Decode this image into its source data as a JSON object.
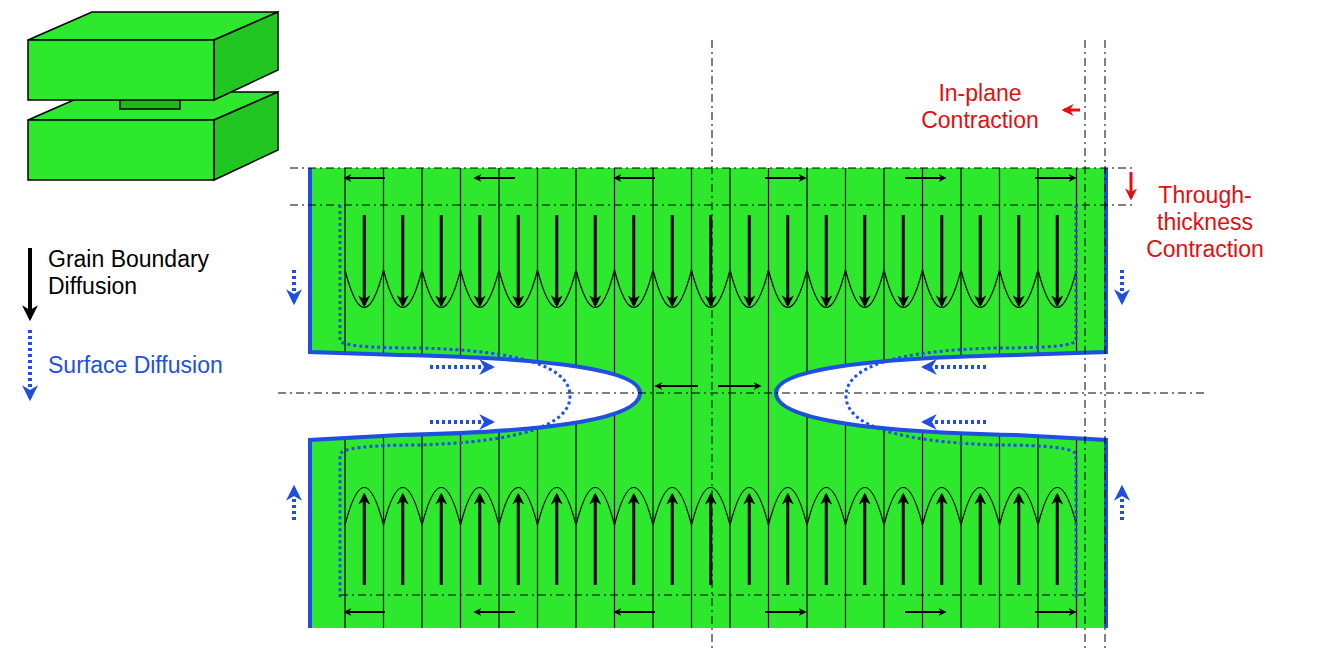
{
  "diagram": {
    "labels": [
      "In-plane Contraction",
      "Through-thickness Contraction"
    ],
    "legend": [
      {
        "text": "Grain Boundary Diffusion"
      },
      {
        "text": "Surface Diffusion"
      }
    ]
  }
}
